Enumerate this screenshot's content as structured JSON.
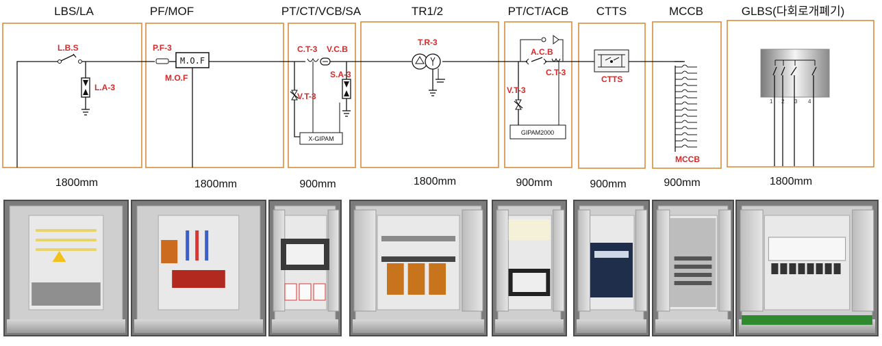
{
  "panels": [
    {
      "title": "LBS/LA",
      "width": "1800mm",
      "labels": [
        "L.B.S",
        "L.A-3"
      ]
    },
    {
      "title": "PF/MOF",
      "width": "1800mm",
      "labels": [
        "P.F-3",
        "M.O.F"
      ],
      "box": "M.O.F"
    },
    {
      "title": "PT/CT/VCB/SA",
      "width": "900mm",
      "labels": [
        "C.T-3",
        "V.C.B",
        "S.A-3",
        "V.T-3"
      ],
      "box": "X-GIPAM"
    },
    {
      "title": "TR1/2",
      "width": "1800mm",
      "labels": [
        "T.R-3"
      ]
    },
    {
      "title": "PT/CT/ACB",
      "width": "900mm",
      "labels": [
        "A.C.B",
        "C.T-3",
        "V.T-3"
      ],
      "box": "GIPAM2000"
    },
    {
      "title": "CTTS",
      "width": "900mm",
      "labels": [
        "CTTS"
      ]
    },
    {
      "title": "MCCB",
      "width": "900mm",
      "labels": [
        "MCCB"
      ]
    },
    {
      "title": "GLBS(다회로개폐기)",
      "width": "1800mm",
      "labels": [],
      "terminals": [
        "1",
        "2",
        "3",
        "4"
      ]
    }
  ],
  "colors": {
    "panel_border": "#d98c3a",
    "label_red": "#d42a2a",
    "wire": "#111111"
  },
  "photos": [
    {
      "name": "photo-lbs-la-cabinet"
    },
    {
      "name": "photo-pf-mof-cabinet"
    },
    {
      "name": "photo-pt-ct-vcb-sa-cabinet"
    },
    {
      "name": "photo-tr-cabinet"
    },
    {
      "name": "photo-pt-ct-acb-cabinet"
    },
    {
      "name": "photo-ctts-cabinet"
    },
    {
      "name": "photo-mccb-cabinet"
    },
    {
      "name": "photo-glbs-cabinet"
    }
  ]
}
